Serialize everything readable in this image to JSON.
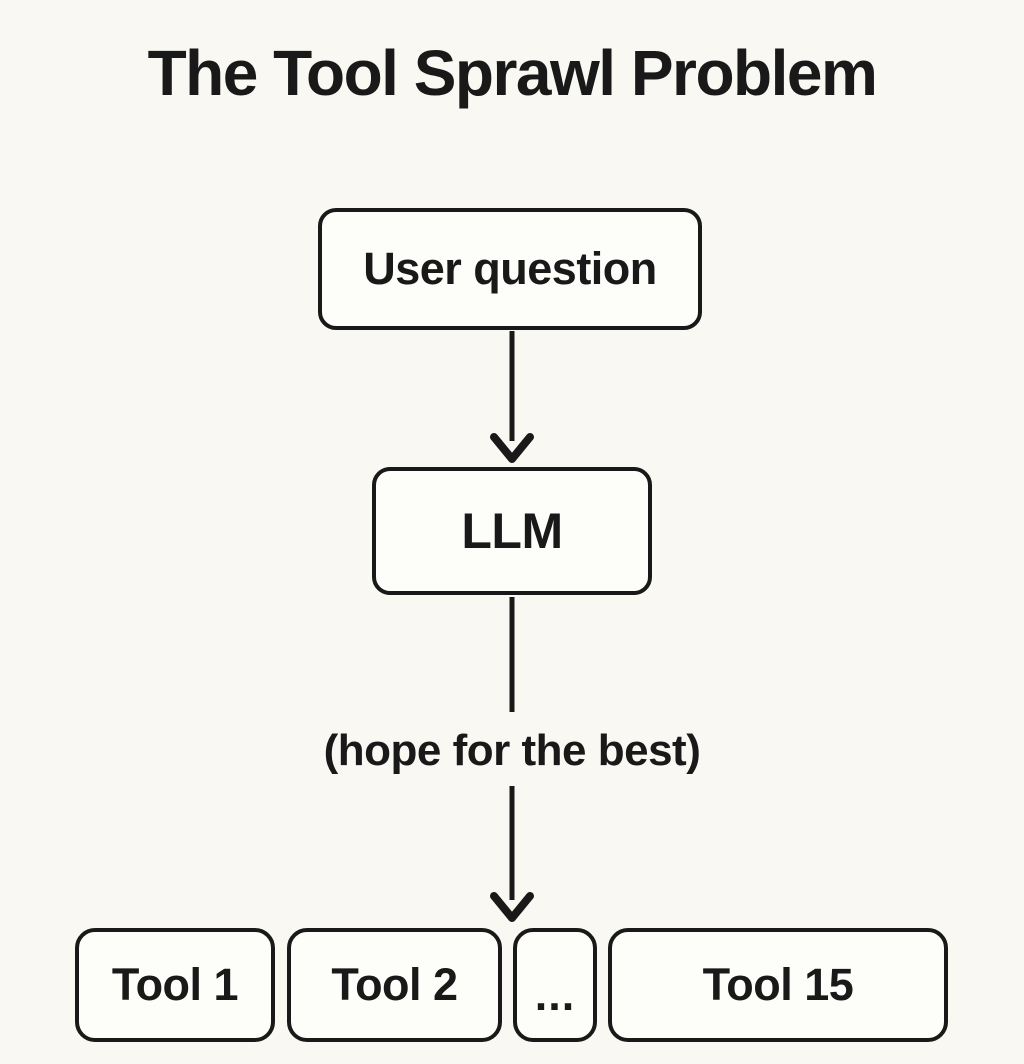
{
  "title": "The Tool Sprawl Problem",
  "colors": {
    "background": "#f9f8f2",
    "box_fill": "#fdfdfa",
    "ink": "#191919"
  },
  "flow": {
    "user_question_label": "User question",
    "llm_label": "LLM",
    "arrow_annotation": "(hope for the best)"
  },
  "tools": [
    {
      "label": "Tool 1"
    },
    {
      "label": "Tool 2"
    },
    {
      "label": "..."
    },
    {
      "label": "Tool 15"
    }
  ]
}
